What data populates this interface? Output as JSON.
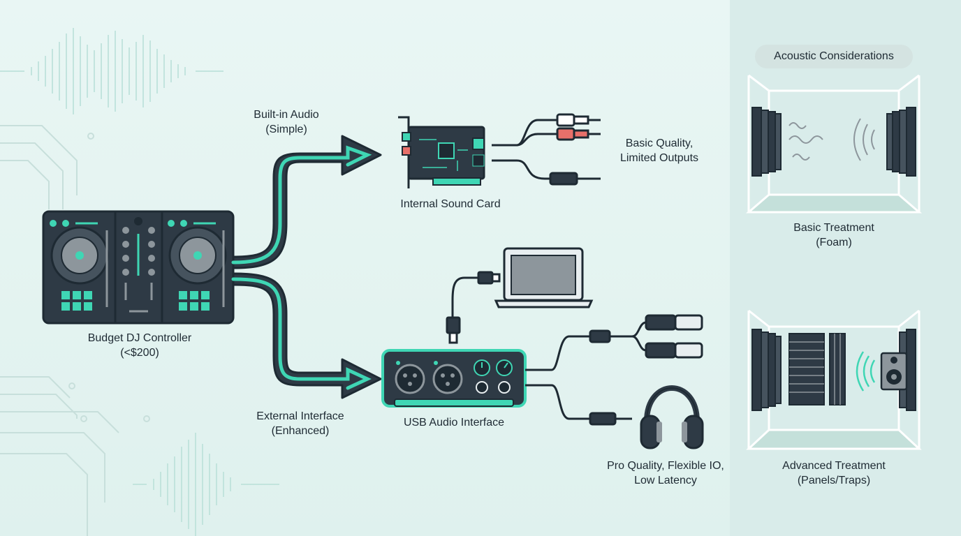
{
  "labels": {
    "controller": {
      "line1": "Budget DJ Controller",
      "line2": "(<$200)"
    },
    "builtin": {
      "line1": "Built-in Audio",
      "line2": "(Simple)"
    },
    "external": {
      "line1": "External Interface",
      "line2": "(Enhanced)"
    },
    "sound_card": "Internal Sound Card",
    "basic_quality": {
      "line1": "Basic Quality,",
      "line2": "Limited Outputs"
    },
    "usb_interface": "USB Audio Interface",
    "pro_quality": {
      "line1": "Pro Quality, Flexible IO,",
      "line2": "Low Latency"
    },
    "acoustic_title": "Acoustic Considerations",
    "basic_treatment": {
      "line1": "Basic Treatment",
      "line2": "(Foam)"
    },
    "advanced_treatment": {
      "line1": "Advanced Treatment",
      "line2": "(Panels/Traps)"
    }
  },
  "colors": {
    "accent": "#3fd6b4",
    "device_dark": "#2e3a45",
    "outline": "#1e2a33",
    "side_panel": "#d9ecea"
  },
  "icons": [
    "dj-controller-icon",
    "sound-card-icon",
    "rca-cable-icon",
    "laptop-icon",
    "usb-audio-interface-icon",
    "xlr-connector-icon",
    "headphones-icon",
    "foam-panel-icon",
    "bass-trap-icon",
    "speaker-icon",
    "sound-wave-icon"
  ]
}
